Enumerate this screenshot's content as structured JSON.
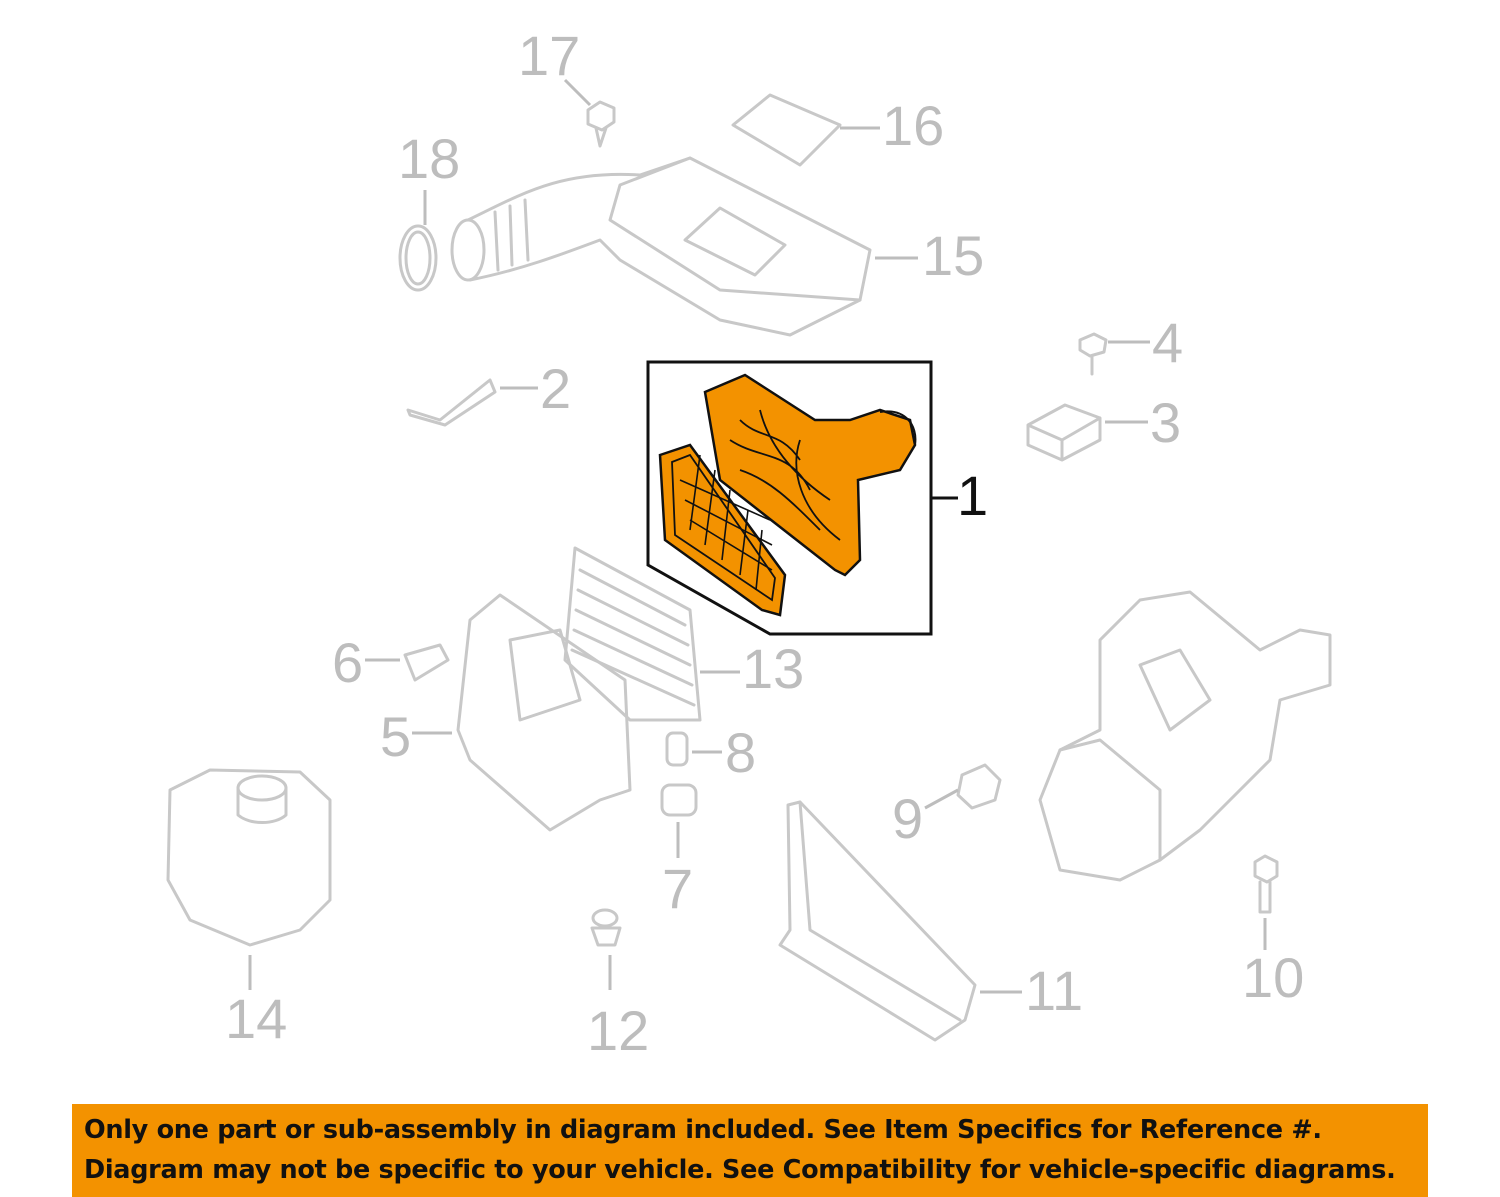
{
  "diagram": {
    "highlight_color": "#f39200",
    "callouts": {
      "c1": "1",
      "c2": "2",
      "c3": "3",
      "c4": "4",
      "c5": "5",
      "c6": "6",
      "c7": "7",
      "c8": "8",
      "c9": "9",
      "c10": "10",
      "c11": "11",
      "c12": "12",
      "c13": "13",
      "c14": "14",
      "c15": "15",
      "c16": "16",
      "c17": "17",
      "c18": "18"
    }
  },
  "banner": {
    "line1": "Only one part or sub-assembly in diagram included. See Item Specifics for Reference #.",
    "line2": "Diagram may not be specific to your vehicle. See Compatibility for vehicle-specific diagrams.",
    "color": "#f39200"
  }
}
